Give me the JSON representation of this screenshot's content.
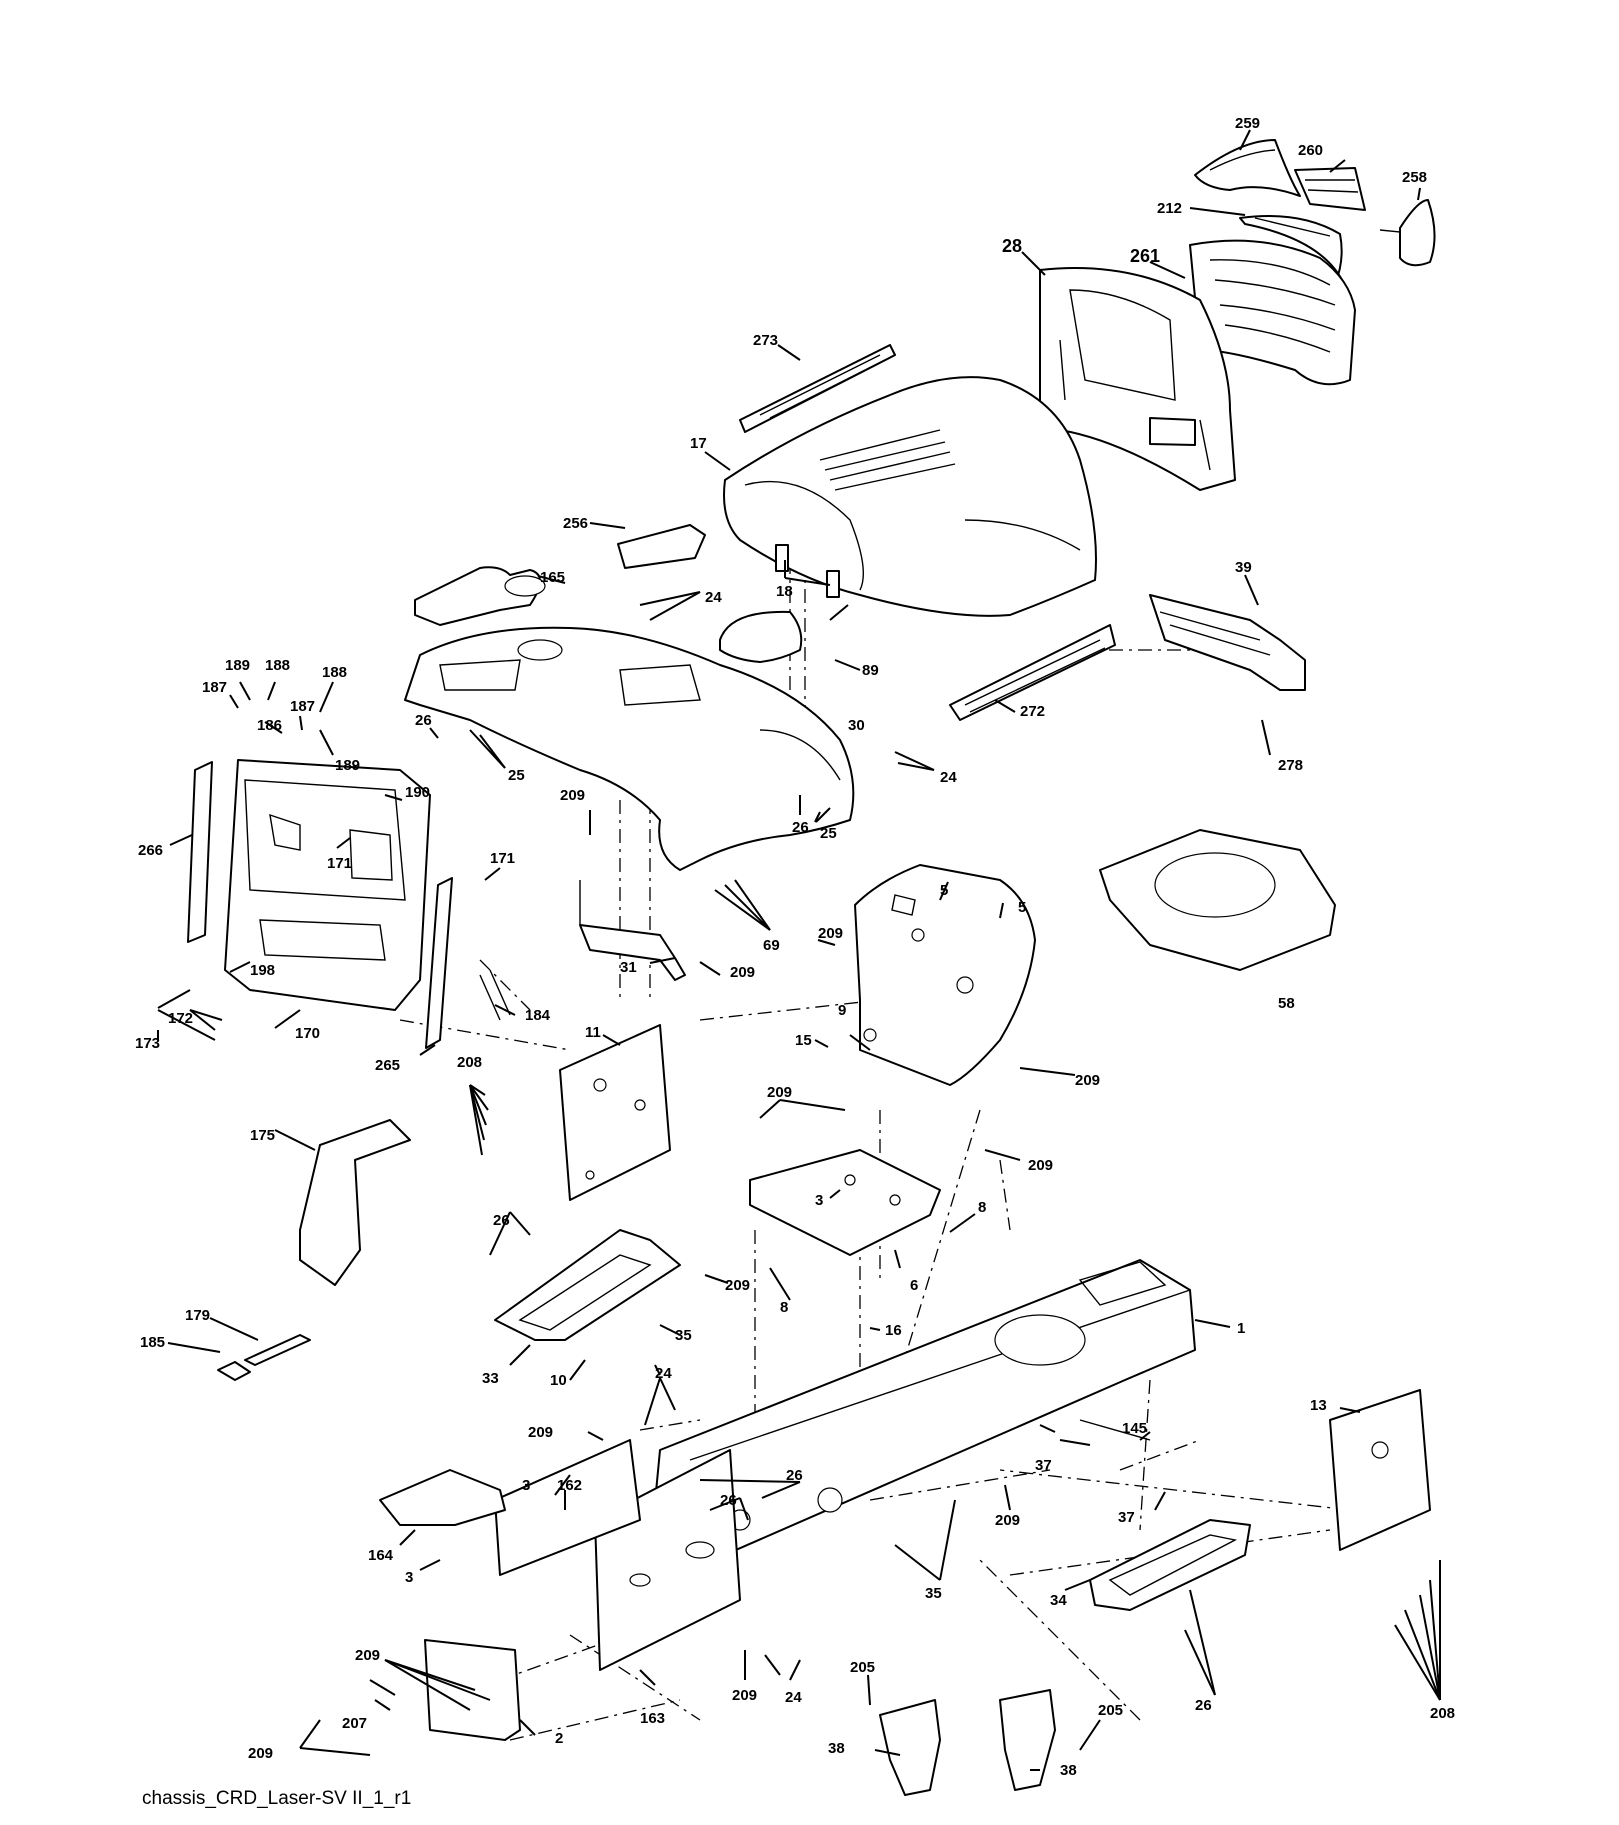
{
  "caption": "chassis_CRD_Laser-SV II_1_r1",
  "callouts": {
    "c259": "259",
    "c260": "260",
    "c258": "258",
    "c212": "212",
    "c28": "28",
    "c261": "261",
    "c273": "273",
    "c17": "17",
    "c256": "256",
    "c18": "18",
    "c165": "165",
    "c24a": "24",
    "c89": "89",
    "c272": "272",
    "c39": "39",
    "c278": "278",
    "c189a": "189",
    "c188a": "188",
    "c187a": "187",
    "c188b": "188",
    "c187b": "187",
    "c186": "186",
    "c189b": "189",
    "c26a": "26",
    "c25a": "25",
    "c30": "30",
    "c24b": "24",
    "c190": "190",
    "c266": "266",
    "c171a": "171",
    "c171b": "171",
    "c209a": "209",
    "c26b": "26",
    "c25b": "25",
    "c69": "69",
    "c5a": "5",
    "c5b": "5",
    "c209b": "209",
    "c31": "31",
    "c209c": "209",
    "c58": "58",
    "c198": "198",
    "c172": "172",
    "c173": "173",
    "c170": "170",
    "c184": "184",
    "c265": "265",
    "c9": "9",
    "c15": "15",
    "c209d": "209",
    "c11": "11",
    "c208a": "208",
    "c175": "175",
    "c209e": "209",
    "c209f": "209",
    "c3a": "3",
    "c8a": "8",
    "c26c": "26",
    "c6": "6",
    "c8b": "8",
    "c209g": "209",
    "c16": "16",
    "c1": "1",
    "c179": "179",
    "c185": "185",
    "c35a": "35",
    "c33": "33",
    "c10": "10",
    "c24c": "24",
    "c209h": "209",
    "c13": "13",
    "c145": "145",
    "c26d": "26",
    "c26e": "26",
    "c37a": "37",
    "c3b": "3",
    "c162": "162",
    "c209i": "209",
    "c37b": "37",
    "c164": "164",
    "c3c": "3",
    "c35b": "35",
    "c34": "34",
    "c209j": "209",
    "c207": "207",
    "c205a": "205",
    "c209k": "209",
    "c24d": "24",
    "c163": "163",
    "c26f": "26",
    "c208b": "208",
    "c205b": "205",
    "c209l": "209",
    "c2": "2",
    "c38a": "38",
    "c38b": "38"
  }
}
